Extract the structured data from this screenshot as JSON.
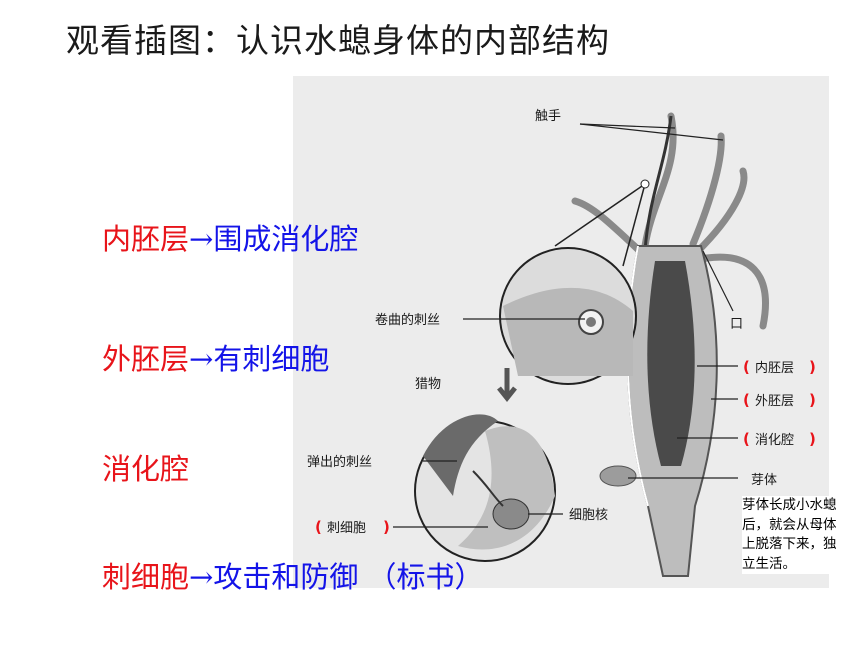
{
  "title": "观看插图：认识水螅身体的内部结构",
  "rows": [
    {
      "term": "内胚层",
      "arrow": "→",
      "desc": "围成消化腔"
    },
    {
      "term": "外胚层",
      "arrow": "→",
      "desc": "有刺细胞"
    },
    {
      "term": "消化腔",
      "arrow": "",
      "desc": ""
    },
    {
      "term": "刺细胞",
      "arrow": "→",
      "desc": "攻击和防御  （标书）"
    }
  ],
  "figure_labels": {
    "tentacle": "触手",
    "coiled_thread": "卷曲的刺丝",
    "prey": "猎物",
    "ejected_thread": "弹出的刺丝",
    "cnidocyte": "刺细胞",
    "nucleus": "细胞核",
    "mouth": "口",
    "endoderm": "内胚层",
    "ectoderm": "外胚层",
    "gastric_cavity": "消化腔",
    "bud": "芽体"
  },
  "note": "芽体长成小水螅后，就会从母体上脱落下来，独立生活。",
  "colors": {
    "term": "#e8141a",
    "desc": "#1414e8",
    "figure_bg": "#ececec"
  }
}
